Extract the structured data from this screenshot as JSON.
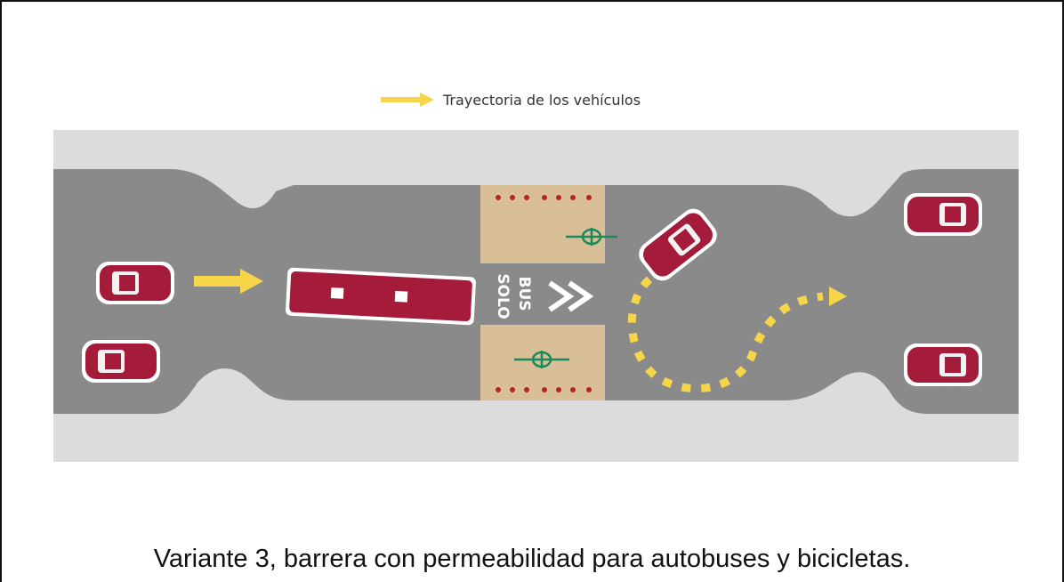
{
  "legend": {
    "label": "Trayectoria de los vehículos",
    "arrow_color": "#f7d54a"
  },
  "road_marking": {
    "line1": "BUS",
    "line2": "SOLO"
  },
  "caption": "Variante 3, barrera con permeabilidad para autobuses y bicicletas.",
  "colors": {
    "sidewalk": "#dcdcdc",
    "road": "#8a8a8a",
    "vehicle": "#a51c3a",
    "crossing": "#d8bf97",
    "bollard": "#b32626",
    "bike": "#1a8a5a",
    "trajectory": "#f7d54a"
  }
}
